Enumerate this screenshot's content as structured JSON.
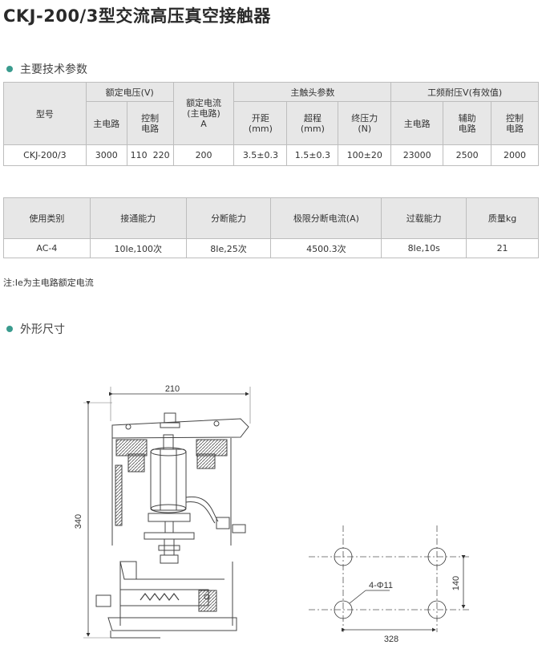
{
  "title": "CKJ-200/3型交流高压真空接触器",
  "sections": {
    "specs": "主要技术参数",
    "dimensions": "外形尺寸"
  },
  "table1": {
    "model_header": "型号",
    "rated_voltage": "额定电压(V)",
    "main_circuit": "主电路",
    "control_circuit": "控制\n电路",
    "rated_current": "额定电流\n(主电路)\nA",
    "main_contact": "主触头参数",
    "gap": "开距\n(mm)",
    "overtravel": "超程\n(mm)",
    "final_pressure": "终压力\n(N)",
    "withstand": "工频耐压V(有效值)",
    "w_main": "主电路",
    "w_aux": "辅助\n电路",
    "w_control": "控制\n电路",
    "row": {
      "model": "CKJ-200/3",
      "main_v": "3000",
      "control_v": "110  220",
      "current": "200",
      "gap": "3.5±0.3",
      "overtravel": "1.5±0.3",
      "pressure": "100±20",
      "w_main": "23000",
      "w_aux": "2500",
      "w_control": "2000"
    }
  },
  "table2": {
    "headers": [
      "使用类别",
      "接通能力",
      "分断能力",
      "极限分断电流(A)",
      "过载能力",
      "质量kg"
    ],
    "row": [
      "AC-4",
      "10Ie,100次",
      "8Ie,25次",
      "4500.3次",
      "8Ie,10s",
      "21"
    ]
  },
  "note": "注:Ie为主电路额定电流",
  "drawing": {
    "width_label": "210",
    "height_label": "340",
    "hole_spacing_v": "140",
    "hole_spacing_h": "328",
    "hole_label": "4-Φ11"
  }
}
